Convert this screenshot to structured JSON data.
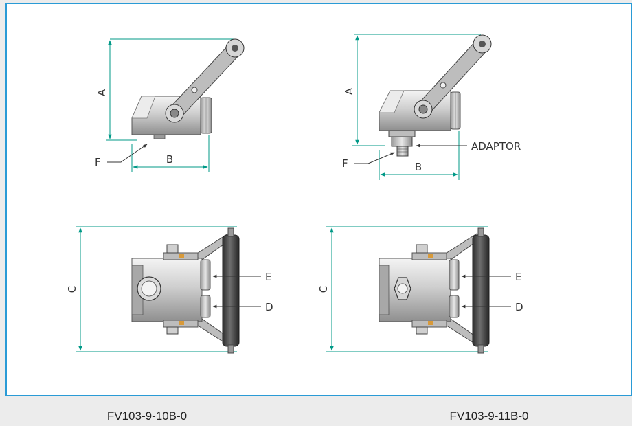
{
  "colors": {
    "frame_border": "#2a9bd6",
    "dimension_line": "#009987",
    "body_metal": "#c9c9c9",
    "roller": "#4a4a4a"
  },
  "views": [
    {
      "dims": {
        "a": "A",
        "b": "B",
        "f": "F"
      }
    },
    {
      "dims": {
        "a": "A",
        "b": "B",
        "f": "F",
        "adaptor": "ADAPTOR"
      }
    },
    {
      "dims": {
        "c": "C",
        "e": "E",
        "d": "D"
      }
    },
    {
      "dims": {
        "c": "C",
        "e": "E",
        "d": "D"
      }
    }
  ],
  "captions": {
    "left": "FV103-9-10B-0",
    "right": "FV103-9-11B-0"
  }
}
